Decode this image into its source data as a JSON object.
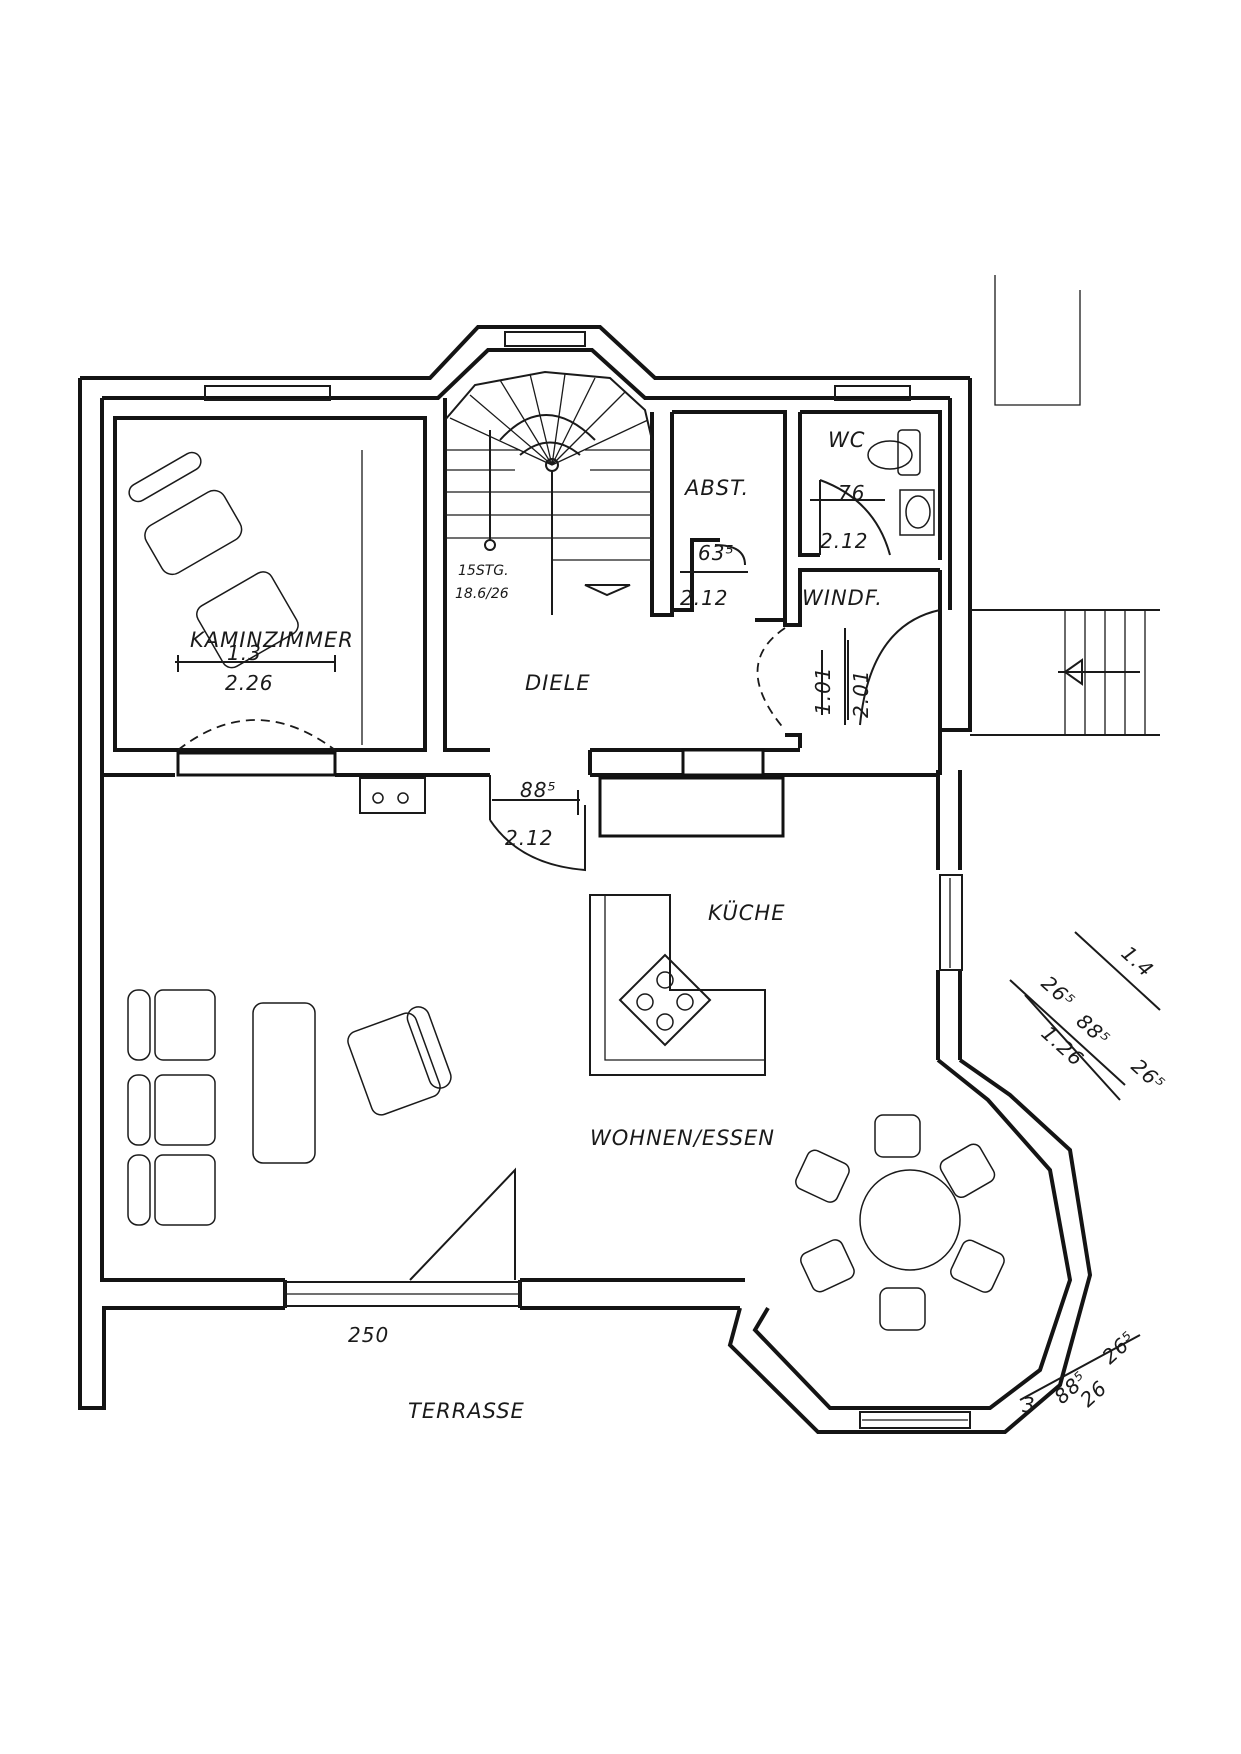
{
  "rooms": {
    "kaminzimmer": "KAMINZIMMER",
    "diele": "DIELE",
    "abst": "ABST.",
    "wc": "WC",
    "windf": "WINDF.",
    "kuche": "KÜCHE",
    "wohnen_essen": "WOHNEN/ESSEN",
    "terrasse": "TERRASSE"
  },
  "stairs": {
    "steps": "15STG.",
    "ratio": "18.6/26"
  },
  "dimensions": {
    "kaminzimmer_top": "1.3",
    "kaminzimmer_width": "2.26",
    "diele_door_width": "88⁵",
    "diele_door_height": "2.12",
    "abst_door_width": "63⁵",
    "abst_door_height": "2.12",
    "wc_door_width": "76",
    "wc_door_height": "2.12",
    "windf_door_width": "1.01",
    "windf_door_height": "2.01",
    "terrace_opening": "250",
    "bay_1": "26⁵",
    "bay_2": "88⁵",
    "bay_3": "26⁵",
    "bay_4": "1.26",
    "bay_5": "1.4",
    "bay_6": "88⁵",
    "bay_7": "26⁵",
    "bay_8": "26",
    "bay_9": "3"
  }
}
